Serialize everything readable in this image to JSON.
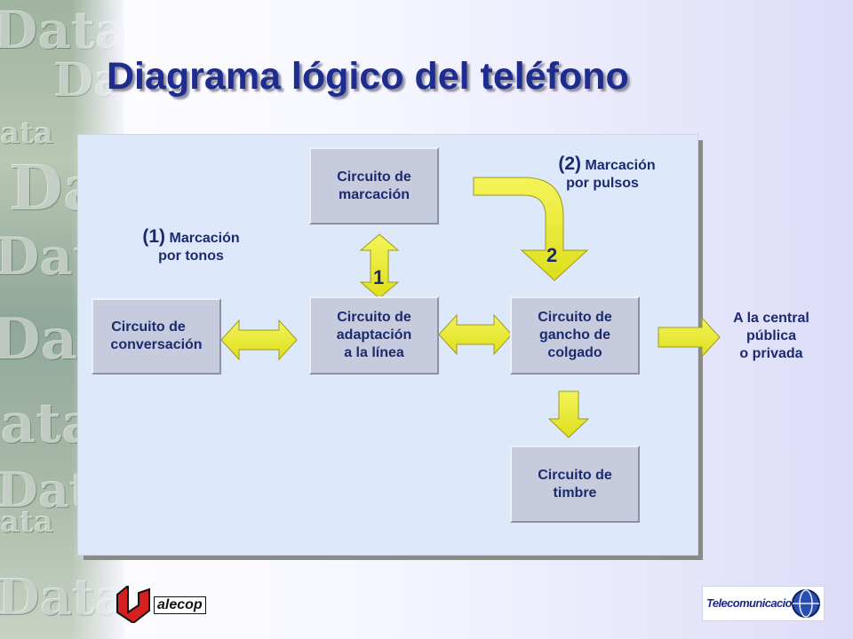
{
  "slide": {
    "title": "Diagrama lógico del teléfono",
    "background_art_words": [
      "Data",
      "Da",
      "ata",
      "Da",
      "Data",
      "Data",
      "ata",
      "Data",
      "ata",
      "Data"
    ]
  },
  "diagram": {
    "boxes": {
      "marcacion": [
        "Circuito de",
        "marcación"
      ],
      "conversacion": [
        "Circuito de",
        "conversación"
      ],
      "adaptacion": [
        "Circuito de",
        "adaptación",
        "a la línea"
      ],
      "gancho": [
        "Circuito de",
        "gancho de",
        "colgado"
      ],
      "timbre": [
        "Circuito de",
        "timbre"
      ]
    },
    "notes": {
      "tonos": {
        "num": "(1)",
        "line1": "Marcación",
        "line2": "por tonos"
      },
      "pulsos": {
        "num": "(2)",
        "line1": "Marcación",
        "line2": "por pulsos"
      }
    },
    "outside_label": [
      "A la central",
      "pública",
      "o privada"
    ],
    "arrow_labels": {
      "one": "1",
      "two": "2"
    },
    "connections": [
      {
        "from": "conversacion",
        "to": "adaptacion",
        "direction": "both"
      },
      {
        "from": "adaptacion",
        "to": "gancho",
        "direction": "both"
      },
      {
        "from": "marcacion",
        "to": "adaptacion",
        "direction": "both",
        "label": "1"
      },
      {
        "from": "marcacion",
        "to": "gancho",
        "direction": "forward",
        "label": "2"
      },
      {
        "from": "gancho",
        "to": "timbre",
        "direction": "forward"
      },
      {
        "from": "gancho",
        "to": "outside",
        "direction": "forward"
      }
    ]
  },
  "logos": {
    "left": {
      "icon": "alecop-logo",
      "text": "alecop"
    },
    "right": {
      "icon": "telecomunicaciones-logo",
      "text": "Telecomunicaciones"
    }
  },
  "colors": {
    "title": "#1e2c8f",
    "panel": "#dde9fb",
    "box": "#c6cbde",
    "arrow": "#e6e629",
    "text": "#1c2a6e"
  }
}
